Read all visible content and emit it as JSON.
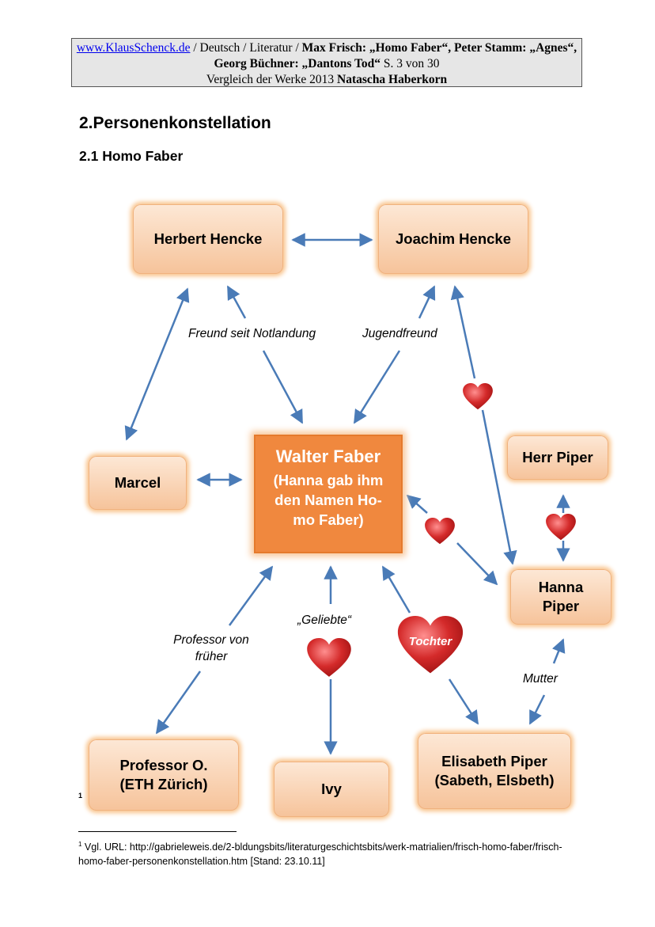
{
  "header": {
    "link": "www.KlausSchenck.de",
    "path": " / Deutsch / Literatur / ",
    "bold1": "Max Frisch: „Homo Faber“, Peter Stamm: „Agnes“, Georg Büchner: „Dantons Tod“",
    "page": " S. 3 von 30",
    "line3": "Vergleich der Werke 2013 ",
    "author": "Natascha Haberkorn"
  },
  "heading": "2.Personenkonstellation",
  "subheading": "2.1 Homo Faber",
  "nodes": {
    "herbert": "Herbert Hencke",
    "joachim": "Joachim Hencke",
    "walter_title": "Walter Faber",
    "walter_sub1": "(Hanna gab ihm",
    "walter_sub2": "den Namen Ho-",
    "walter_sub3": "mo Faber)",
    "marcel": "Marcel",
    "herr_piper": "Herr Piper",
    "hanna1": "Hanna",
    "hanna2": "Piper",
    "prof1": "Professor O.",
    "prof2": "(ETH Zürich)",
    "ivy": "Ivy",
    "elis1": "Elisabeth Piper",
    "elis2": "(Sabeth, Elsbeth)"
  },
  "labels": {
    "freund": "Freund seit Notlandung",
    "jugend": "Jugendfreund",
    "geliebte": "„Geliebte“",
    "prof1": "Professor von",
    "prof2": "früher",
    "tochter": "Tochter",
    "mutter": "Mutter"
  },
  "footnote_marker": "1",
  "footnote": {
    "num": "1",
    "text": " Vgl. URL: http://gabrieleweis.de/2-bldungsbits/literaturgeschichtsbits/werk-matrialien/frisch-homo-faber/frisch-homo-faber-personenkonstellation.htm [Stand: 23.10.11]"
  },
  "colors": {
    "arrow": "#4a7bb7",
    "heart": "#d42a2a",
    "node": "#f6c39a",
    "center": "#f0883e"
  }
}
